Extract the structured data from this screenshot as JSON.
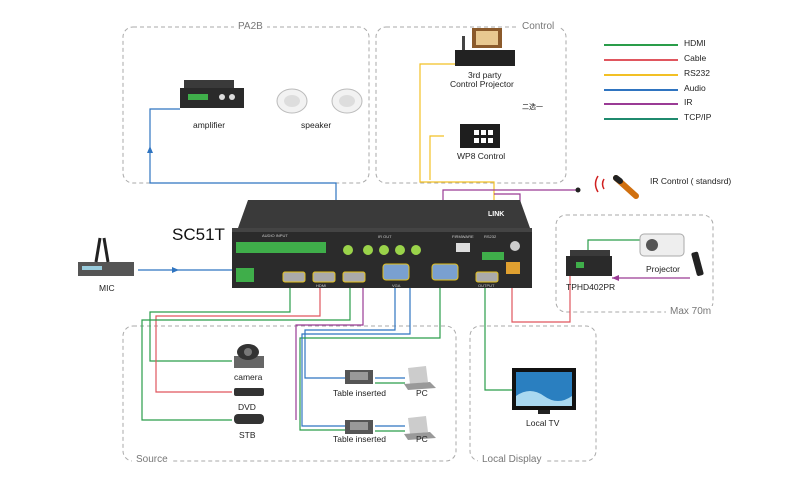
{
  "groups": {
    "pa2b": "PA2B",
    "control": "Control",
    "source": "Source",
    "local_display": "Local Display",
    "max_distance": "Max 70m"
  },
  "title": "SC51T",
  "legend": [
    {
      "label": "HDMI",
      "color": "#2a9d4a"
    },
    {
      "label": "Cable",
      "color": "#e0565e"
    },
    {
      "label": "RS232",
      "color": "#f2c025"
    },
    {
      "label": "Audio",
      "color": "#2f74c0"
    },
    {
      "label": "IR",
      "color": "#9a3b95"
    },
    {
      "label": "TCP/IP",
      "color": "#1f8a6e"
    }
  ],
  "devices": {
    "amplifier": "amplifier",
    "speaker": "speaker",
    "control_projector_1": "3rd party",
    "control_projector_2": "Control Projector",
    "wp8": "WP8 Control",
    "ir_control": "IR Control ( standsrd)",
    "mic": "MIC",
    "camera": "camera",
    "dvd": "DVD",
    "stb": "STB",
    "table_1": "Table inserted",
    "table_2": "Table inserted",
    "pc_1": "PC",
    "pc_2": "PC",
    "local_tv": "Local TV",
    "tphd": "TPHD402PR",
    "projector": "Projector",
    "or_note": "二选一"
  },
  "panel": {
    "audio_input": "AUDIO INPUT",
    "ir_out": "IR OUT",
    "firmware": "FIRMWARE",
    "rs232": "RS232",
    "hdmi_in": "HDMI",
    "vga_in": "VGA",
    "output": "OUTPUT",
    "brand": "LINK"
  }
}
